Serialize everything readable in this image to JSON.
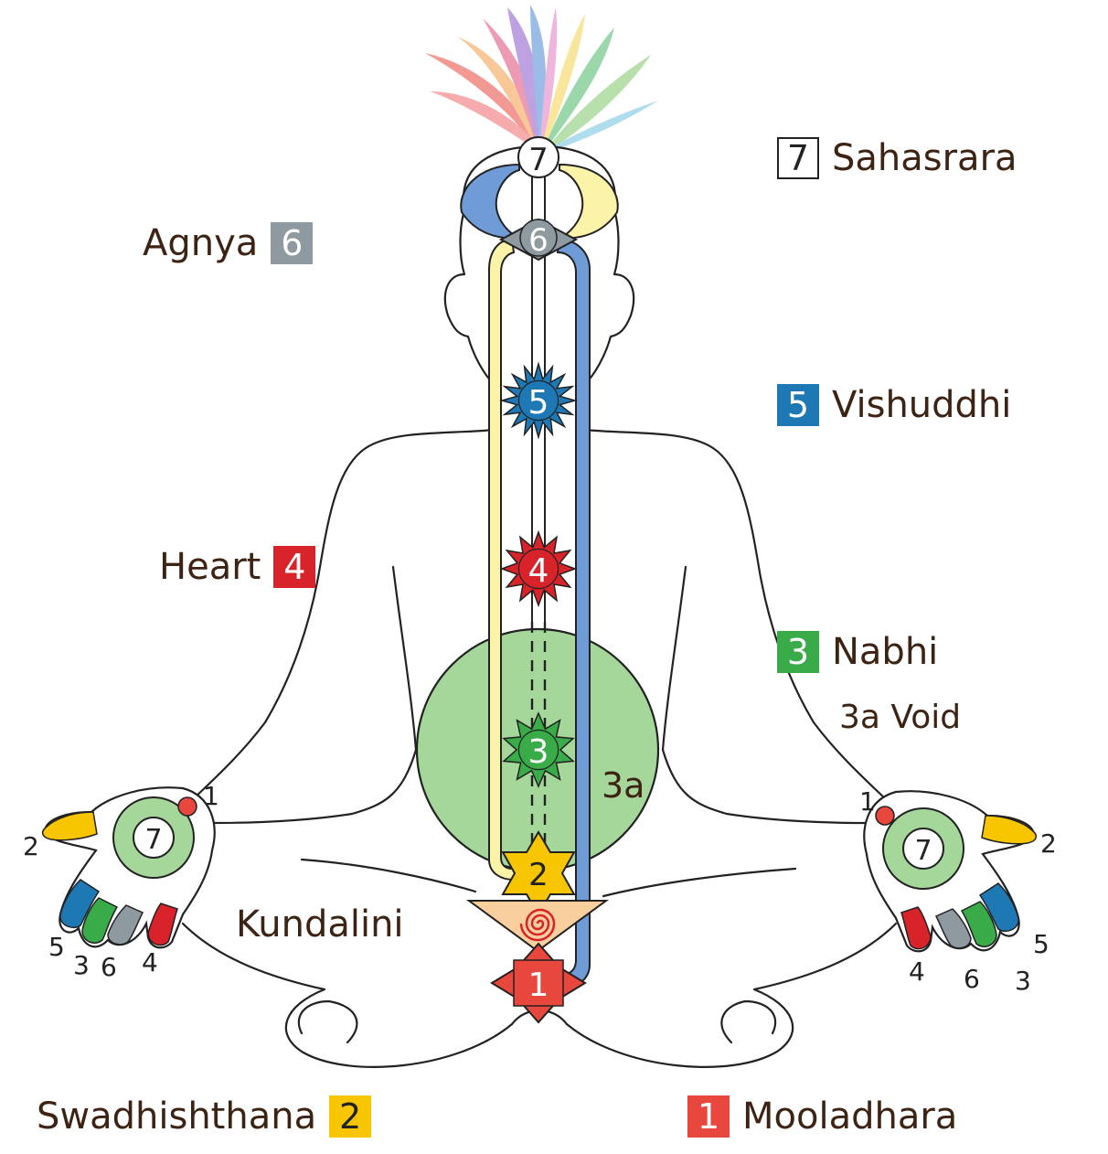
{
  "labels": {
    "sahasrara": {
      "number": "7",
      "name": "Sahasrara"
    },
    "agnya": {
      "number": "6",
      "name": "Agnya"
    },
    "vishuddhi": {
      "number": "5",
      "name": "Vishuddhi"
    },
    "heart": {
      "number": "4",
      "name": "Heart"
    },
    "nabhi": {
      "number": "3",
      "name": "Nabhi"
    },
    "void": {
      "name": "3a Void"
    },
    "kundalini": {
      "name": "Kundalini"
    },
    "swadhishthana": {
      "number": "2",
      "name": "Swadhishthana"
    },
    "mooladhara": {
      "number": "1",
      "name": "Mooladhara"
    }
  },
  "body_markers": {
    "sahasrara": "7",
    "agnya": "6",
    "vishuddhi": "5",
    "heart": "4",
    "nabhi": "3",
    "void": "3a",
    "swadhishthana": "2",
    "mooladhara": "1"
  },
  "left_hand": {
    "palm": "7",
    "thumb": "2",
    "dot": "1",
    "fingers": [
      "5",
      "3",
      "6",
      "4"
    ]
  },
  "right_hand": {
    "palm": "7",
    "thumb": "2",
    "dot": "1",
    "fingers": [
      "4",
      "6",
      "3",
      "5"
    ]
  },
  "colors": {
    "sahasrara": "#ffffff",
    "agnya": "#8e9aa0",
    "vishuddhi": "#1d78b4",
    "heart": "#d8232a",
    "nabhi": "#3aab49",
    "void": "#a6d79a",
    "swadhishthana": "#f7c600",
    "mooladhara": "#e8473d",
    "kundalini_triangle": "#f9cf9e",
    "left_channel": "#fbf3a8",
    "right_channel": "#6f9bd6",
    "label_text": "#3d2314"
  }
}
